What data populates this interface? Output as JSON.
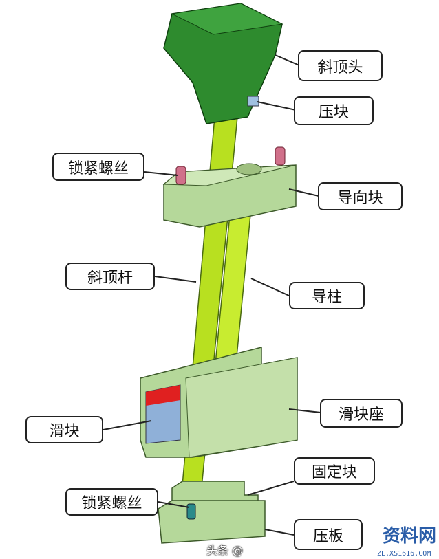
{
  "labels": {
    "angled_lifter_head": "斜顶头",
    "press_block_top": "压块",
    "locking_screw_top": "锁紧螺丝",
    "guide_block": "导向块",
    "angled_lifter_rod": "斜顶杆",
    "guide_pillar": "导柱",
    "slider_seat": "滑块座",
    "slider": "滑块",
    "fixed_block": "固定块",
    "locking_screw_bottom": "锁紧螺丝",
    "press_plate": "压板"
  },
  "watermark": {
    "source": "头条 @",
    "site_name": "资料网",
    "site_url": "ZL.XS1616.COM"
  },
  "colors": {
    "head_green": "#2e8b2e",
    "rod_yellow_green": "#b8e020",
    "block_light_green": "#b5d89a",
    "screw_pink": "#d0708a",
    "slider_blue": "#8fb0d8",
    "slider_red": "#e02020"
  }
}
